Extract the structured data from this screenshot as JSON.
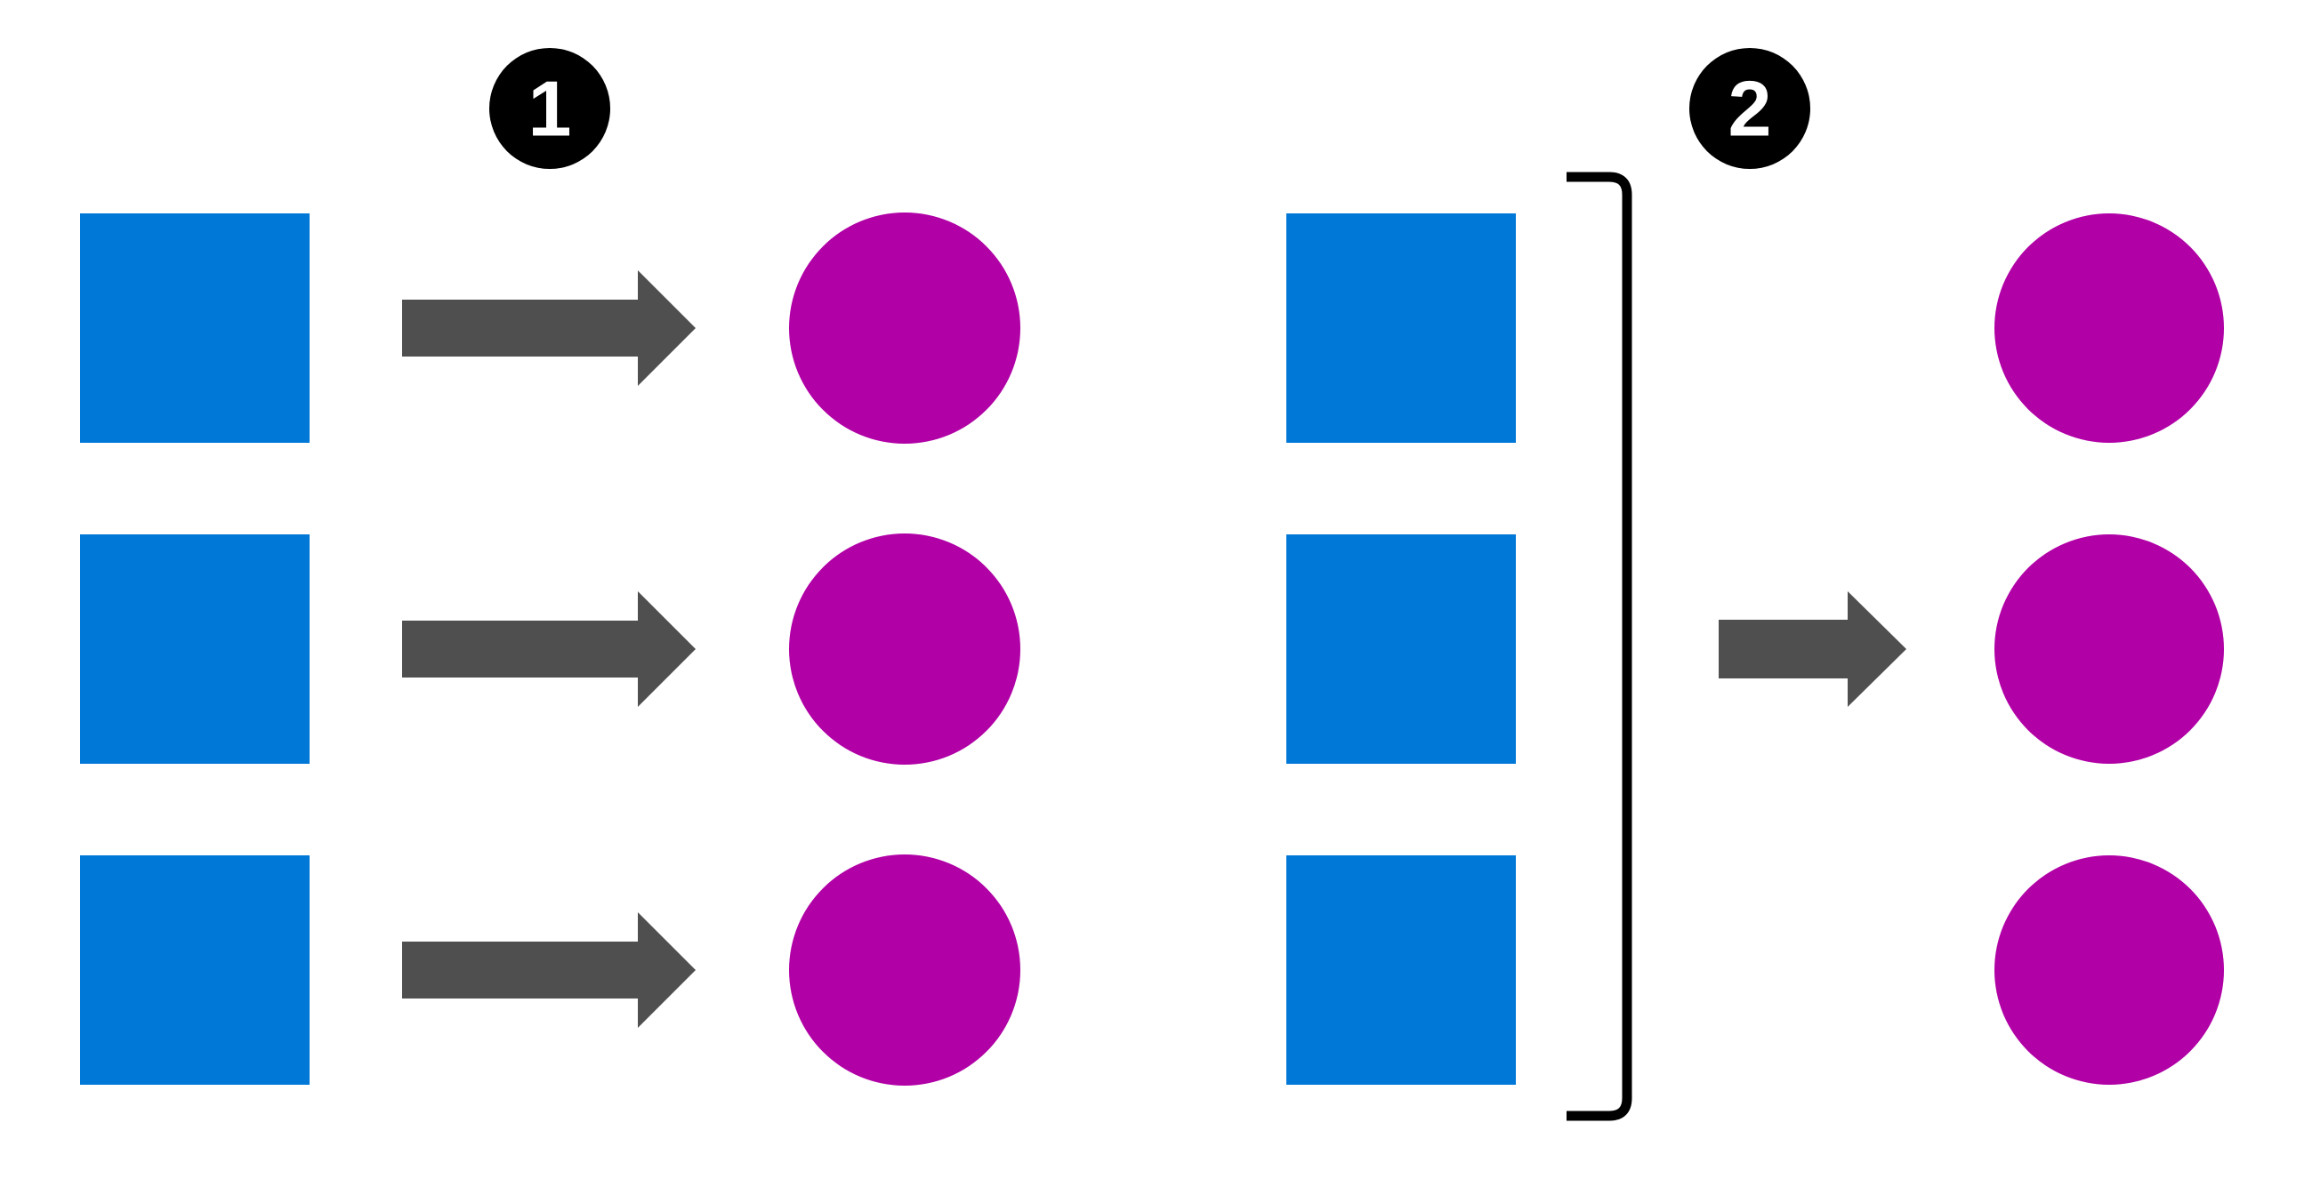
{
  "diagram": {
    "background_color": "#FFFFFF",
    "colors": {
      "square": "#0078D7",
      "circle": "#B100A6",
      "arrow": "#4F4F4F",
      "bracket": "#000000",
      "badge_background": "#000000",
      "badge_text": "#FFFFFF"
    },
    "step1": {
      "badge_label": "1",
      "squares_count": 3,
      "arrows_count": 3,
      "circles_count": 3
    },
    "step2": {
      "badge_label": "2",
      "squares_count": 3,
      "arrows_count": 1,
      "circles_count": 3
    }
  }
}
